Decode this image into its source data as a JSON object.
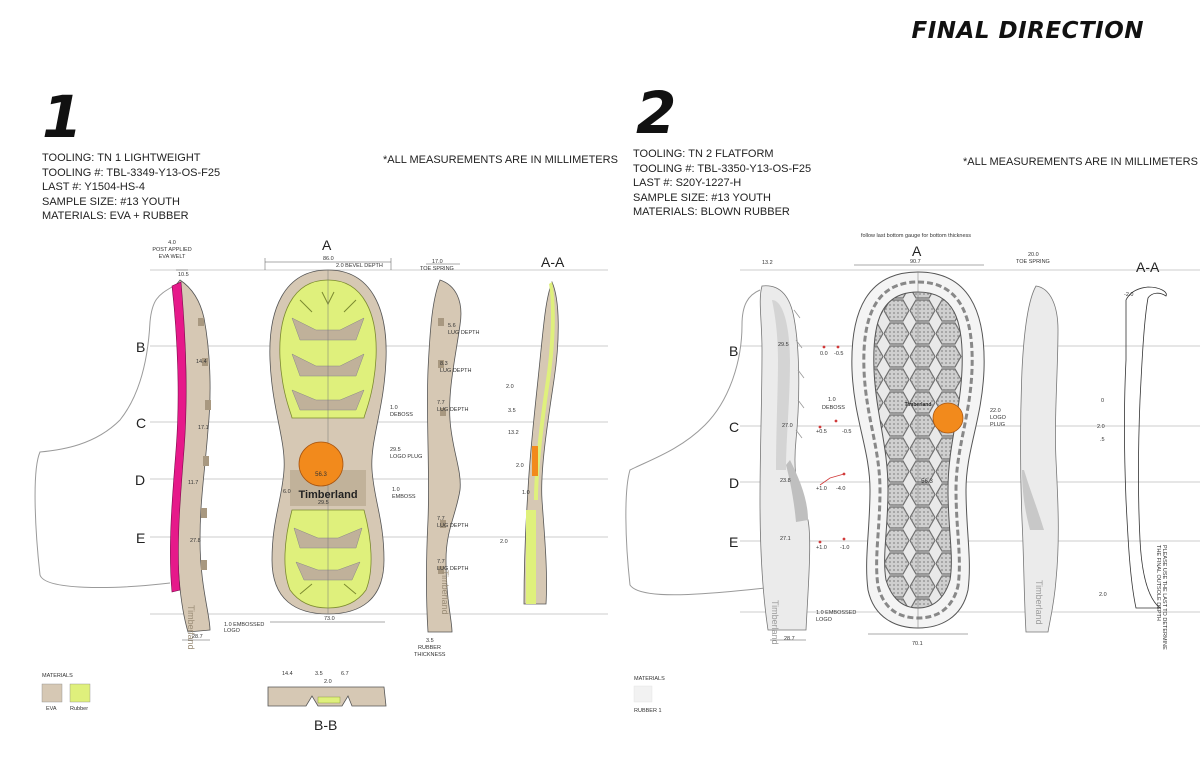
{
  "header": {
    "title": "FINAL DIRECTION"
  },
  "panels": [
    {
      "number": "1",
      "specs": [
        "TOOLING: TN 1 LIGHTWEIGHT",
        "TOOLING #: TBL-3349-Y13-OS-F25",
        "LAST #: Y1504-HS-4",
        "SAMPLE SIZE: #13 YOUTH",
        "MATERIALS: EVA + RUBBER"
      ],
      "note": "*ALL MEASUREMENTS ARE IN MILLIMETERS",
      "view_labels": {
        "bottom": "A",
        "section_aa": "A-A",
        "section_bb": "B-B"
      },
      "section_markers": [
        "B",
        "C",
        "D",
        "E"
      ],
      "dimensions": {
        "post_eva_welt": "4.0",
        "post_eva_welt_label_1": "POST APPLIED",
        "post_eva_welt_label_2": "EVA WELT",
        "welt_height": "10.5",
        "width_forefoot": "86.0",
        "bevel_depth": "2.0 BEVEL DEPTH",
        "toe_spring_value": "17.0",
        "toe_spring_label": "TOE SPRING",
        "lug_depth_1": "5.6",
        "lug_depth_2": "8.3",
        "lug_depth_3": "7.7",
        "lug_depth_4": "7.7",
        "lug_depth_5": "7.7",
        "lug_depth_label": "LUG DEPTH",
        "side_b": "14.4",
        "side_c": "17.1",
        "side_d": "11.7",
        "side_e": "27.8",
        "deboss": "1.0",
        "deboss_label": "DEBOSS",
        "logo_plug_value": "29.5",
        "logo_plug_label": "LOGO PLUG",
        "plug_inner": "56.3",
        "emboss": "1.0",
        "emboss_label": "EMBOSS",
        "waist_left": "6.0",
        "waist_width": "29.5",
        "aa_1": "2.0",
        "aa_2": "3.5",
        "aa_3": "13.2",
        "aa_4": "2.0",
        "aa_5": "1.0",
        "aa_6": "2.0",
        "embossed_logo_value": "1.0 EMBOSSED",
        "embossed_logo_label": "LOGO",
        "heel_width": "28.7",
        "heel_bottom_width": "73.0",
        "rubber_thickness_value": "3.5",
        "rubber_thickness_label_1": "RUBBER",
        "rubber_thickness_label_2": "THICKNESS",
        "bb_1": "14.4",
        "bb_2": "3.5",
        "bb_3": "6.7",
        "bb_4": "2.0"
      },
      "materials": {
        "title": "MATERIALS",
        "items": [
          {
            "name": "EVA",
            "color": "#d6c8b4"
          },
          {
            "name": "Rubber",
            "color": "#dff07c"
          }
        ]
      },
      "accent_welt_color": "#e6198a",
      "logo_plug_color": "#f28a1c",
      "brand_text": "Timberland"
    },
    {
      "number": "2",
      "specs": [
        "TOOLING: TN 2 FLATFORM",
        "TOOLING #: TBL-3350-Y13-OS-F25",
        "LAST #: S20Y-1227-H",
        "SAMPLE SIZE: #13 YOUTH",
        "MATERIALS: BLOWN RUBBER"
      ],
      "note": "*ALL MEASUREMENTS ARE IN MILLIMETERS",
      "top_note": "follow last bottom gauge for bottom thickness",
      "view_labels": {
        "bottom": "A",
        "section_aa": "A-A"
      },
      "section_markers": [
        "B",
        "C",
        "D",
        "E"
      ],
      "dimensions": {
        "height": "13.2",
        "width_forefoot": "90.7",
        "toe_spring_value": "20.0",
        "toe_spring_label": "TOE SPRING",
        "side_b": "29.5",
        "side_c": "27.0",
        "side_d": "23.8",
        "side_e": "27.1",
        "b_left": "0.0",
        "b_right": "-0.5",
        "c_left": "+0.5",
        "c_right": "-0.5",
        "d_left": "+1.0",
        "d_right": "-4.0",
        "e_left": "+1.0",
        "e_right": "-1.0",
        "deboss": "1.0",
        "deboss_label": "DEBOSS",
        "logo_plug_value": "22.0",
        "logo_plug_label_1": "LOGO",
        "logo_plug_label_2": "PLUG",
        "plug_inner": "56.3",
        "aa_top": "-2.0",
        "aa_1": "0",
        "aa_2": "2.0",
        "aa_3": ".5",
        "aa_4": "2.0",
        "embossed_logo_value": "1.0 EMBOSSED",
        "embossed_logo_label": "LOGO",
        "heel_width": "28.7",
        "heel_bottom_width": "70.1",
        "vertical_note_1": "PLEASE USE THE LAST TO DETERMINE",
        "vertical_note_2": "THE FINAL OUTSOLE DEPTH"
      },
      "materials": {
        "title": "MATERIALS",
        "items": [
          {
            "name": "RUBBER 1",
            "color": "#f2f2f2"
          }
        ]
      },
      "logo_plug_color": "#f28a1c",
      "brand_text": "Timberland"
    }
  ]
}
